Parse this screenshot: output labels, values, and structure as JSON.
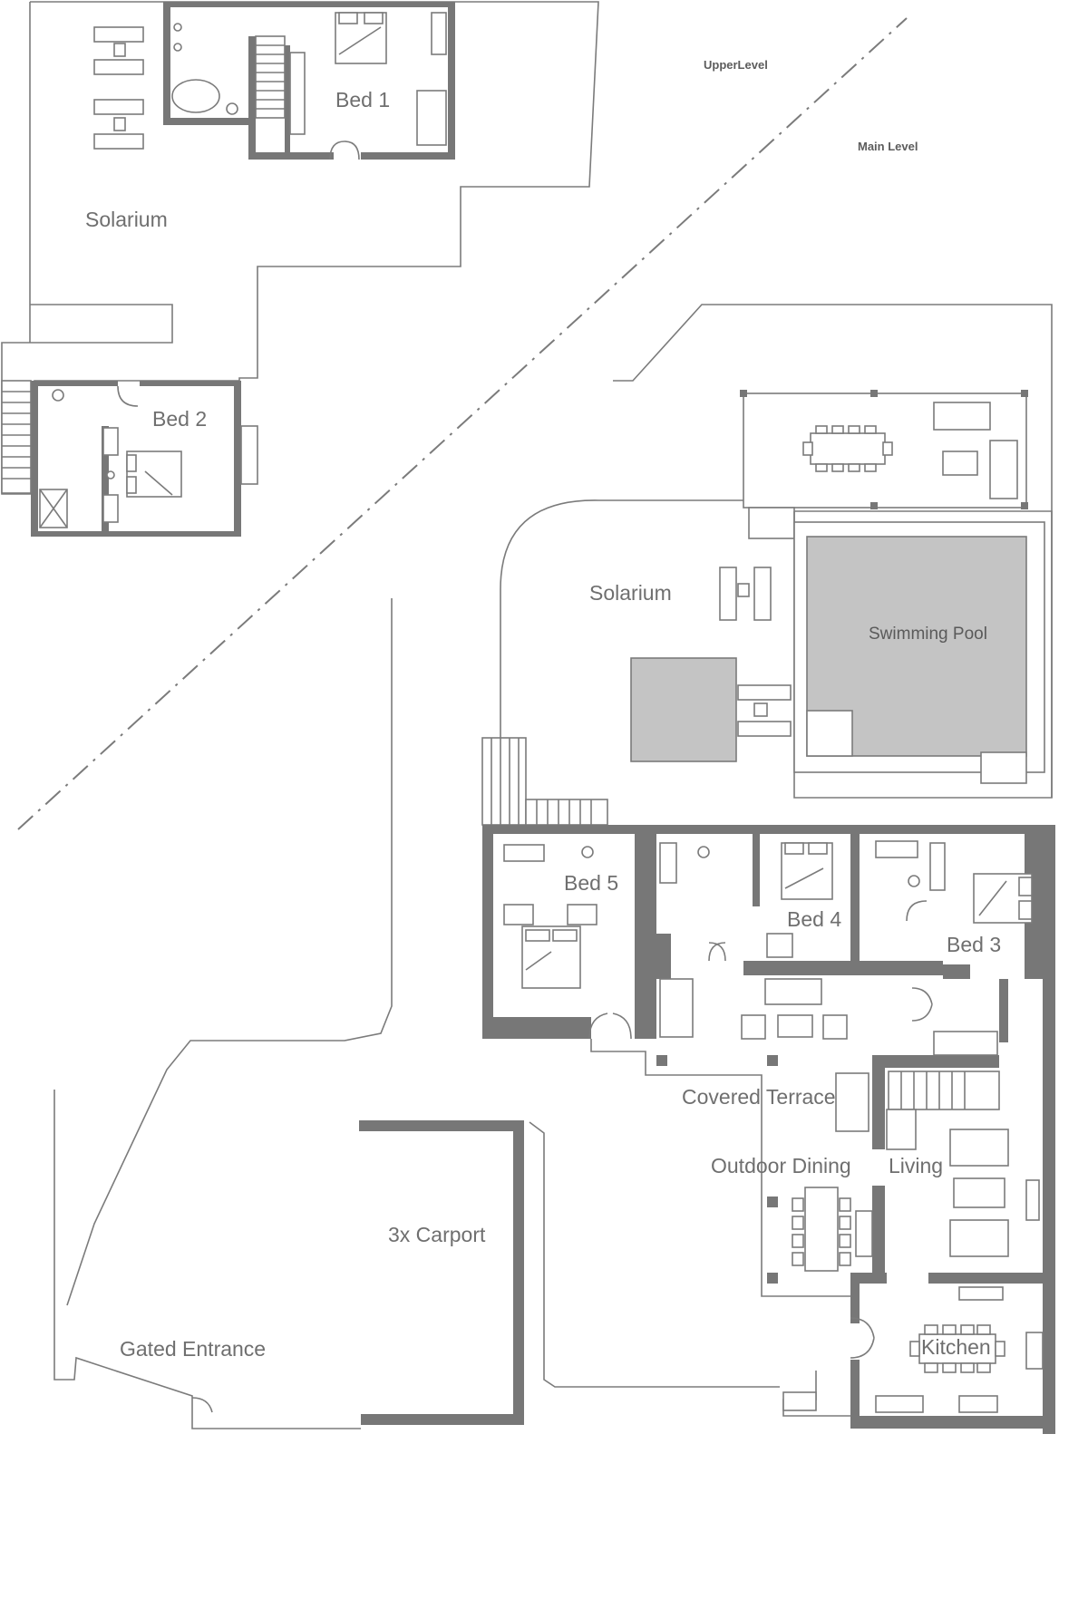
{
  "levels": {
    "upper": "UpperLevel",
    "main": "Main Level"
  },
  "rooms": {
    "bed1": "Bed 1",
    "bed2": "Bed 2",
    "solarium_upper": "Solarium",
    "solarium_main": "Solarium",
    "swimming_pool": "Swimming Pool",
    "bed5": "Bed 5",
    "bed4": "Bed 4",
    "bed3": "Bed 3",
    "covered_terrace": "Covered  Terrace",
    "outdoor_dining": "Outdoor Dining",
    "living": "Living",
    "carport": "3x Carport",
    "gated_entrance": "Gated Entrance",
    "kitchen": "Kitchen"
  },
  "colors": {
    "wall": "#777777",
    "line": "#7b7b7b",
    "pool_fill": "#c4c4c4",
    "label": "#6f6f6f"
  }
}
